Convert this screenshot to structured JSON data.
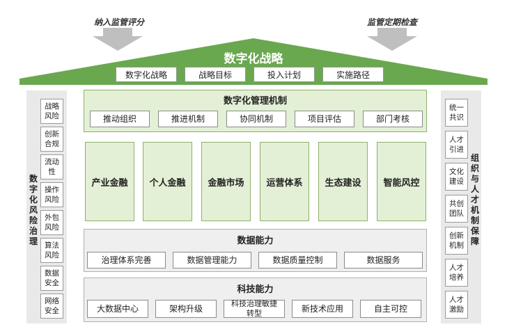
{
  "top_labels": {
    "left": "纳入监管评分",
    "right": "监管定期检查"
  },
  "roof": {
    "title": "数字化战略",
    "items": [
      "数字化战略",
      "战略目标",
      "投入计划",
      "实施路径"
    ],
    "color": "#6aa84f"
  },
  "left_panel": {
    "title": "数字化风险治理",
    "items": [
      "战略\n风险",
      "创新\n合规",
      "流动\n性",
      "操作\n风险",
      "外包\n风险",
      "算法\n风险",
      "数据\n安全",
      "网络\n安全"
    ]
  },
  "right_panel": {
    "title": "组织与人才机制保障",
    "items": [
      "统一\n共识",
      "人才\n引进",
      "文化\n建设",
      "共创\n团队",
      "创新\n机制",
      "人才\n培养",
      "人才\n激励"
    ]
  },
  "management": {
    "title": "数字化管理机制",
    "items": [
      "推动组织",
      "推进机制",
      "协同机制",
      "项目评估",
      "部门考核"
    ]
  },
  "business": {
    "items": [
      "产业金融",
      "个人金融",
      "金融市场",
      "运营体系",
      "生态建设",
      "智能风控"
    ]
  },
  "data_capability": {
    "title": "数据能力",
    "items": [
      "治理体系完善",
      "数据管理能力",
      "数据质量控制",
      "数据服务"
    ]
  },
  "tech_capability": {
    "title": "科技能力",
    "items": [
      "大数据中心",
      "架构升级",
      "科技治理敏捷\n转型",
      "新技术应用",
      "自主可控"
    ]
  },
  "colors": {
    "green_fill": "#e3f0d6",
    "green_border": "#8db06a",
    "arrow": "#bfbfbf"
  }
}
